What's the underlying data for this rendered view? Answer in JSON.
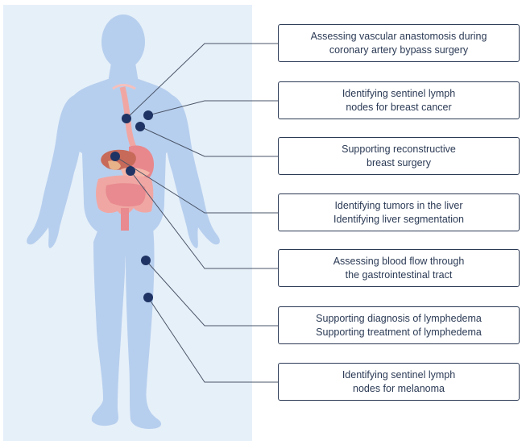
{
  "colors": {
    "background_panel": "#e6f0f9",
    "body_silhouette": "#b7cfee",
    "organ_pink": "#f0a7a4",
    "organ_dark_pink": "#d9707a",
    "liver": "#c86a5a",
    "marker": "#1f3464",
    "connector": "#4a5568",
    "box_border": "#2b3a55",
    "text": "#2b3a55"
  },
  "applications": [
    {
      "lines": [
        "Assessing vascular anastomosis during",
        "coronary artery bypass surgery"
      ]
    },
    {
      "lines": [
        "Identifying sentinel lymph",
        "nodes for breast cancer"
      ]
    },
    {
      "lines": [
        "Supporting reconstructive",
        "breast surgery"
      ]
    },
    {
      "lines": [
        "Identifying tumors in the liver",
        "Identifying liver segmentation"
      ]
    },
    {
      "lines": [
        "Assessing blood flow through",
        "the gastrointestinal tract"
      ]
    },
    {
      "lines": [
        "Supporting diagnosis of lymphedema",
        "Supporting treatment of lymphedema"
      ]
    },
    {
      "lines": [
        "Identifying sentinel lymph",
        "nodes for melanoma"
      ]
    }
  ]
}
